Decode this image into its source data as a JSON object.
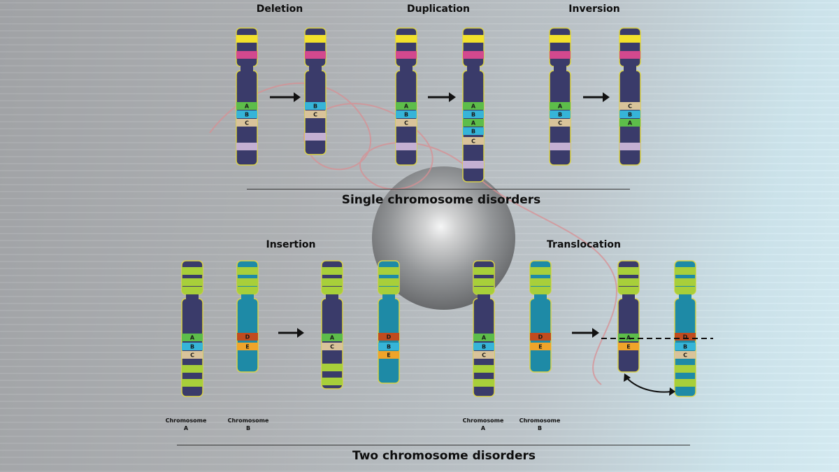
{
  "titles": {
    "deletion": "Deletion",
    "duplication": "Duplication",
    "inversion": "Inversion",
    "single": "Single chromosome disorders",
    "insertion": "Insertion",
    "translocation": "Translocation",
    "two": "Two chromosome disorders"
  },
  "captions": {
    "chrom_a_1": "Chromosome",
    "chrom_a_2": "A",
    "chrom_b_1": "Chromosome",
    "chrom_b_2": "B"
  },
  "colors": {
    "navy": "#3a3b6a",
    "teal": "#1e8aa6",
    "yellow": "#f2e12c",
    "pink": "#d3498e",
    "lime": "#a8cf3a",
    "green": "#5dbd4a",
    "cyan": "#36b4d8",
    "tan": "#d9c39a",
    "lavender": "#c4b0d2",
    "orange": "#f0a42a",
    "rust": "#c04b1e",
    "outline": "#d9d24a"
  },
  "chromosomes": [
    {
      "id": "del-before",
      "kind": "navy",
      "bands": [
        {
          "c": "yellow"
        },
        {
          "c": "pink"
        },
        {
          "c": "green",
          "l": "A"
        },
        {
          "c": "cyan",
          "l": "B"
        },
        {
          "c": "tan",
          "l": "C"
        },
        {
          "c": "lavender"
        }
      ]
    },
    {
      "id": "del-after",
      "kind": "navy",
      "bands": [
        {
          "c": "yellow"
        },
        {
          "c": "pink"
        },
        {
          "c": "cyan",
          "l": "B"
        },
        {
          "c": "tan",
          "l": "C"
        },
        {
          "c": "lavender"
        }
      ]
    },
    {
      "id": "dup-before",
      "kind": "navy",
      "bands": [
        {
          "c": "yellow"
        },
        {
          "c": "pink"
        },
        {
          "c": "green",
          "l": "A"
        },
        {
          "c": "cyan",
          "l": "B"
        },
        {
          "c": "tan",
          "l": "C"
        },
        {
          "c": "lavender"
        }
      ]
    },
    {
      "id": "dup-after",
      "kind": "navy",
      "bands": [
        {
          "c": "yellow"
        },
        {
          "c": "pink"
        },
        {
          "c": "green",
          "l": "A"
        },
        {
          "c": "cyan",
          "l": "B"
        },
        {
          "c": "green",
          "l": "A"
        },
        {
          "c": "cyan",
          "l": "B"
        },
        {
          "c": "tan",
          "l": "C"
        },
        {
          "c": "lavender"
        }
      ]
    },
    {
      "id": "inv-before",
      "kind": "navy",
      "bands": [
        {
          "c": "yellow"
        },
        {
          "c": "pink"
        },
        {
          "c": "green",
          "l": "A"
        },
        {
          "c": "cyan",
          "l": "B"
        },
        {
          "c": "tan",
          "l": "C"
        },
        {
          "c": "lavender"
        }
      ]
    },
    {
      "id": "inv-after",
      "kind": "navy",
      "bands": [
        {
          "c": "yellow"
        },
        {
          "c": "pink"
        },
        {
          "c": "tan",
          "l": "C"
        },
        {
          "c": "cyan",
          "l": "B"
        },
        {
          "c": "green",
          "l": "A"
        },
        {
          "c": "lavender"
        }
      ]
    },
    {
      "id": "ins-a-before",
      "kind": "navy",
      "bands": [
        {
          "c": "lime"
        },
        {
          "c": "lime"
        },
        {
          "c": "lime"
        },
        {
          "c": "green",
          "l": "A"
        },
        {
          "c": "cyan",
          "l": "B"
        },
        {
          "c": "tan",
          "l": "C"
        },
        {
          "c": "lime"
        },
        {
          "c": "lime"
        }
      ]
    },
    {
      "id": "ins-b-before",
      "kind": "teal",
      "bands": [
        {
          "c": "lime"
        },
        {
          "c": "lime"
        },
        {
          "c": "lime"
        },
        {
          "c": "rust",
          "l": "D"
        },
        {
          "c": "orange",
          "l": "E"
        }
      ]
    },
    {
      "id": "ins-a-after",
      "kind": "navy",
      "bands": [
        {
          "c": "lime"
        },
        {
          "c": "lime"
        },
        {
          "c": "lime"
        },
        {
          "c": "green",
          "l": "A"
        },
        {
          "c": "tan",
          "l": "C"
        },
        {
          "c": "lime"
        },
        {
          "c": "lime"
        }
      ]
    },
    {
      "id": "ins-b-after",
      "kind": "teal",
      "bands": [
        {
          "c": "lime"
        },
        {
          "c": "lime"
        },
        {
          "c": "lime"
        },
        {
          "c": "rust",
          "l": "D"
        },
        {
          "c": "cyan",
          "l": "B"
        },
        {
          "c": "orange",
          "l": "E"
        }
      ]
    },
    {
      "id": "tr-a-before",
      "kind": "navy",
      "bands": [
        {
          "c": "lime"
        },
        {
          "c": "lime"
        },
        {
          "c": "lime"
        },
        {
          "c": "green",
          "l": "A"
        },
        {
          "c": "cyan",
          "l": "B"
        },
        {
          "c": "tan",
          "l": "C"
        },
        {
          "c": "lime"
        },
        {
          "c": "lime"
        }
      ]
    },
    {
      "id": "tr-b-before",
      "kind": "teal",
      "bands": [
        {
          "c": "lime"
        },
        {
          "c": "lime"
        },
        {
          "c": "lime"
        },
        {
          "c": "rust",
          "l": "D"
        },
        {
          "c": "orange",
          "l": "E"
        }
      ]
    },
    {
      "id": "tr-a-after",
      "kind": "navy",
      "bands": [
        {
          "c": "lime"
        },
        {
          "c": "lime"
        },
        {
          "c": "lime"
        },
        {
          "c": "green",
          "l": "A"
        },
        {
          "c": "orange",
          "l": "E"
        }
      ]
    },
    {
      "id": "tr-b-after",
      "kind": "teal",
      "bands": [
        {
          "c": "lime"
        },
        {
          "c": "lime"
        },
        {
          "c": "lime"
        },
        {
          "c": "rust",
          "l": "D"
        },
        {
          "c": "cyan",
          "l": "B"
        },
        {
          "c": "tan",
          "l": "C"
        },
        {
          "c": "lime"
        },
        {
          "c": "lime"
        }
      ]
    }
  ]
}
